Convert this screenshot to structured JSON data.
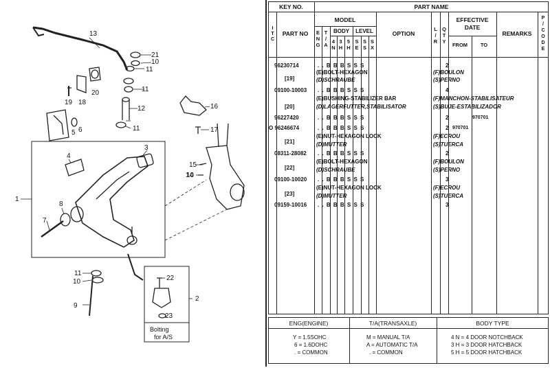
{
  "diagram": {
    "callouts": [
      "1",
      "2",
      "3",
      "4",
      "5",
      "6",
      "7",
      "8",
      "9",
      "10",
      "10",
      "10",
      "11",
      "11",
      "11",
      "11",
      "12",
      "13",
      "14",
      "15",
      "16",
      "17",
      "18",
      "19",
      "20",
      "21",
      "22",
      "23"
    ],
    "inset_label_line1": "Bolting",
    "inset_label_line2": "for A/S"
  },
  "table": {
    "key_no": "KEY NO.",
    "part_name": "PART NAME",
    "itc": [
      "I",
      "T",
      "C"
    ],
    "part_no": "PART NO",
    "model": "MODEL",
    "body": "BODY",
    "level": "LEVEL",
    "option": "OPTION",
    "lr": [
      "L",
      "/",
      "R"
    ],
    "qty": [
      "Q",
      "T",
      "Y"
    ],
    "effective_date": "EFFECTIVE DATE",
    "from": "FROM",
    "to": "TO",
    "remarks": "REMARKS",
    "pcode": [
      "P",
      "/",
      "C",
      "O",
      "D",
      "E"
    ],
    "eng": [
      "E",
      "N",
      "G"
    ],
    "ta": [
      "T",
      "/",
      "A"
    ],
    "body_cols": [
      "4",
      "N",
      "3",
      "H",
      "5",
      "H"
    ],
    "level_cols": [
      "S",
      "E",
      "S",
      "S",
      "S",
      "X"
    ],
    "rows": [
      {
        "a": "96230714",
        "b": ". . B B B S S S",
        "c": "2",
        "d": ""
      },
      {
        "a": "[19]",
        "b": "(E)BOLT-HEXAGON",
        "c": "(F)BOULON",
        "d": ""
      },
      {
        "a": "",
        "b": "(D)SCHRAUBE",
        "c": "(S)PERNO",
        "d": ""
      },
      {
        "a": "09100-10003",
        "b": ". . B B B S S S",
        "c": "4",
        "d": ""
      },
      {
        "a": "",
        "b": "(E)BUSHING-STABILIZER BAR",
        "c": "(F)MANCHON-STABILISATEUR",
        "d": ""
      },
      {
        "a": "[20]",
        "b": "(D)LAGERFUTTER,STABILISATOR",
        "c": "(S)BUJE-ESTABILIZADOR",
        "d": ""
      },
      {
        "a": "96227420",
        "b": ". . B B B S S S",
        "c": "2",
        "d": "970701"
      },
      {
        "a": "O 96246674",
        "b": ". . B B B S S S",
        "c": "2",
        "d": "970701"
      },
      {
        "a": "",
        "b": "(E)NUT-HEXAGON LOCK",
        "c": "(F)ECROU",
        "d": ""
      },
      {
        "a": "[21]",
        "b": "(D)MUTTER",
        "c": "(S)TUERCA",
        "d": ""
      },
      {
        "a": "08311-28082",
        "b": ". . B B B S S S",
        "c": "2",
        "d": ""
      },
      {
        "a": "[22]",
        "b": "(E)BOLT-HEXAGON",
        "c": "(F)BOULON",
        "d": ""
      },
      {
        "a": "",
        "b": "(D)SCHRAUBE",
        "c": "(S)PERNO",
        "d": ""
      },
      {
        "a": "09100-10020",
        "b": ". . B B B S S S",
        "c": "3",
        "d": ""
      },
      {
        "a": "",
        "b": "(E)NUT-HEXAGON LOCK",
        "c": "(F)ECROU",
        "d": ""
      },
      {
        "a": "[23]",
        "b": "(D)MUTTER",
        "c": "(S)TUERCA",
        "d": ""
      },
      {
        "a": "09159-10016",
        "b": ". . B B B S S S",
        "c": "3",
        "d": ""
      }
    ]
  },
  "legend": {
    "eng_title": "ENG(ENGINE)",
    "ta_title": "T/A(TRANSAXLE)",
    "body_title": "BODY TYPE",
    "eng_items": [
      "Y = 1.5SOHC",
      "6 = 1.6DOHC",
      ". = COMMON"
    ],
    "ta_items": [
      "M = MANUAL T/A",
      "A = AUTOMATIC T/A",
      ". = COMMON"
    ],
    "body_items": [
      "4 N = 4 DOOR NOTCHBACK",
      "3 H = 3 DOOR HATCHBACK",
      "5 H = 5 DOOR HATCHBACK"
    ]
  }
}
